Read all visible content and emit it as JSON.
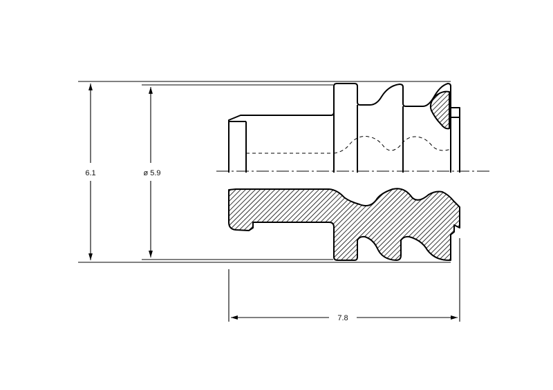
{
  "dimensions": {
    "height_label": "6.1",
    "diameter_label": "ø 5.9",
    "length_label": "7.8"
  },
  "colors": {
    "line": "#000000",
    "background": "#ffffff"
  }
}
